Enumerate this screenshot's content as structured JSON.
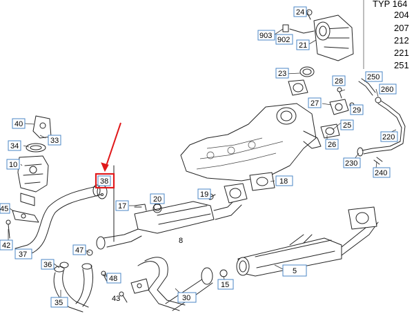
{
  "typ_table": {
    "header": "TYP 164",
    "codes": [
      "204",
      "207",
      "212",
      "221",
      "251"
    ]
  },
  "callouts": {
    "c24": "24",
    "c903": "903",
    "c902": "902",
    "c21": "21",
    "c23": "23",
    "c250": "250",
    "c28": "28",
    "c260": "260",
    "c27": "27",
    "c29": "29",
    "c25": "25",
    "c220": "220",
    "c26": "26",
    "c230": "230",
    "c240": "240",
    "c40": "40",
    "c33": "33",
    "c34": "34",
    "c10": "10",
    "c38": "38",
    "c18": "18",
    "c20": "20",
    "c19": "19",
    "c45": "45",
    "c17": "17",
    "c42": "42",
    "c47": "47",
    "c37": "37",
    "c36": "36",
    "c48": "48",
    "c5": "5",
    "c15": "15",
    "c35": "35",
    "c43": "43",
    "c30": "30",
    "c8": "8"
  },
  "highlight": {
    "label": "38",
    "color": "#e0191b"
  }
}
